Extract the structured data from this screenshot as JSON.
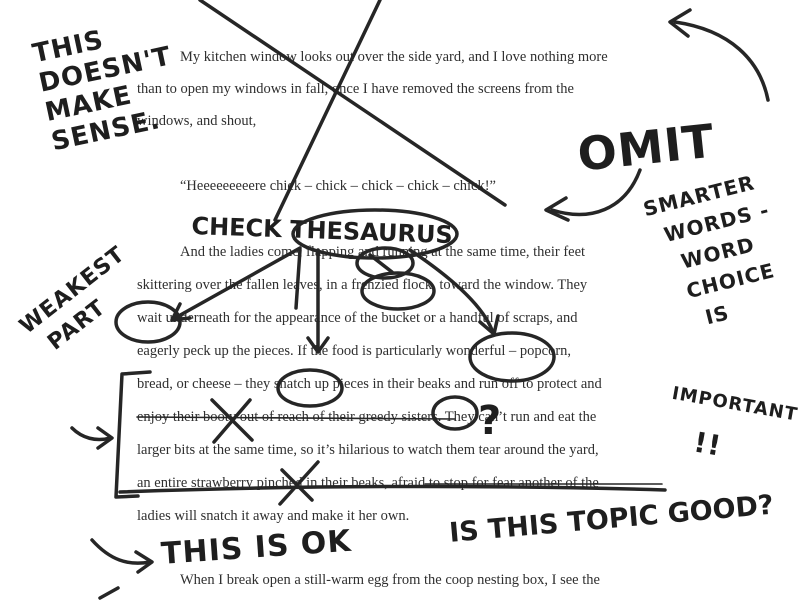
{
  "document": {
    "lines": [
      "My kitchen window looks out over the side yard, and I love nothing more",
      "than to open my windows in fall, once I have removed the screens from the",
      "windows, and shout,",
      "“Heeeeeeeeere chick – chick – chick – chick – chick!”",
      "And the ladies come, flapping and running at the same time, their feet",
      "skittering over the fallen leaves, in a frenzied flock, toward the window. They",
      "wait underneath for the appearance of the bucket or a handful of scraps, and",
      "eagerly peck up the pieces. If the food is particularly wonderful – popcorn,",
      "bread, or cheese – they snatch up pieces in their beaks and run off to protect and",
      "enjoy their booty out of reach of their greedy sisters. They can’t run and eat the",
      "larger bits at the same time, so it’s hilarious to watch them tear around the yard,",
      "an entire strawberry pinched in their beaks, afraid to stop for fear another of the",
      "ladies will snatch it away and make it her own.",
      "When I break open a still-warm egg from the coop nesting box, I see the"
    ]
  },
  "annotations": {
    "doesnt_make_sense": [
      "THIS",
      "DOESN'T",
      "MAKE",
      "SENSE."
    ],
    "omit": "OMIT",
    "check_thesaurus": "CHECK THESAURUS",
    "smarter_words": [
      "SMARTER",
      "WORDS -",
      "WORD",
      "CHOICE",
      "IS",
      "IMPORTANT",
      "!!"
    ],
    "weakest_part": [
      "WEAKEST",
      "PART"
    ],
    "question_mark": "?",
    "this_is_ok": "THIS IS OK",
    "topic_good": "IS THIS TOPIC GOOD?"
  }
}
